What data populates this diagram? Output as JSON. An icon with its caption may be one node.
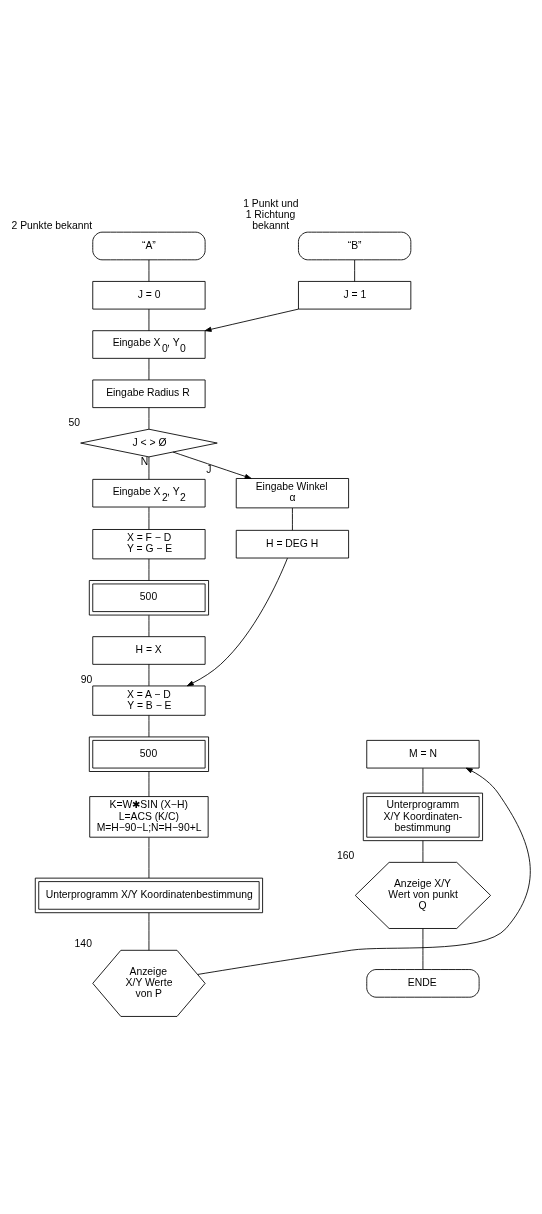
{
  "diagram": {
    "nodes": [
      {
        "text": [
          "“A”"
        ],
        "beside": [
          "2 Punkte bekannt"
        ]
      },
      {
        "text": [
          "“B”"
        ],
        "beside": [
          "1 Punkt und 1 Richtung bekannt"
        ]
      },
      {
        "text": [
          "J = 0"
        ]
      },
      {
        "text": [
          "J = 1"
        ]
      },
      {
        "text": [
          "Eingabe X$_{0}$, Y$_{0}$"
        ]
      },
      {
        "text": [
          "Eingabe Radius R"
        ]
      },
      {
        "text": [
          "J < > Ø"
        ],
        "beside": [
          "50"
        ]
      },
      {
        "text": [
          "Eingabe X$_{2}$, Y$_{2}$"
        ]
      },
      {
        "text": [
          "X = F − D Y = G − E"
        ]
      },
      {
        "text": [
          "500"
        ]
      },
      {
        "text": [
          "H = X"
        ]
      },
      {
        "text": [
          "Eingabe Winkel α"
        ]
      },
      {
        "text": [
          "H = DEG H"
        ]
      },
      {
        "text": [
          "X = A − D Y = B − E"
        ],
        "beside": [
          "90"
        ]
      },
      {
        "text": [
          "500"
        ]
      },
      {
        "text": [
          "K=W✱SIN (X−H) L=ACS (K/C) M=H−90−L;N=H−90+L"
        ]
      },
      {
        "text": [
          "Unterprogramm X/Y Koordinatenbestimmung"
        ]
      },
      {
        "text": [
          "Anzeige X/Y Werte von P"
        ],
        "beside": [
          "140"
        ]
      },
      {
        "text": [
          "M = N"
        ]
      },
      {
        "text": [
          "Unterprogramm X/Y Koordinaten- bestimmung"
        ]
      },
      {
        "text": [
          "Anzeige X/Y Wert von punkt Q"
        ],
        "beside": [
          "160"
        ]
      },
      {
        "text": [
          "ENDE"
        ]
      }
    ],
    "edges": [
      {
        "from": 0,
        "to": 2,
        "arrow": "none"
      },
      {
        "from": 1,
        "to": 3,
        "arrow": "none"
      },
      {
        "from": 2,
        "to": 4,
        "arrow": "none"
      },
      {
        "from": 3,
        "to": 4,
        "arrow": "to"
      },
      {
        "from": 4,
        "to": 5,
        "arrow": "none"
      },
      {
        "from": 5,
        "to": 6,
        "arrow": "none"
      },
      {
        "from": 6,
        "to": 7,
        "arrow": "none",
        "label": "N"
      },
      {
        "from": 6,
        "to": 11,
        "arrow": "to",
        "label": "J"
      },
      {
        "from": 7,
        "to": 8,
        "arrow": "none"
      },
      {
        "from": 8,
        "to": 9,
        "arrow": "none"
      },
      {
        "from": 9,
        "to": 10,
        "arrow": "none"
      },
      {
        "from": 11,
        "to": 12,
        "arrow": "none"
      },
      {
        "from": 10,
        "to": 13,
        "arrow": "none"
      },
      {
        "from": 12,
        "to": 13,
        "arrow": "to"
      },
      {
        "from": 13,
        "to": 14,
        "arrow": "none"
      },
      {
        "from": 14,
        "to": 15,
        "arrow": "none"
      },
      {
        "from": 15,
        "to": 16,
        "arrow": "none"
      },
      {
        "from": 16,
        "to": 17,
        "arrow": "none"
      },
      {
        "from": 17,
        "to": 18,
        "arrow": "to"
      },
      {
        "from": 18,
        "to": 19,
        "arrow": "none"
      },
      {
        "from": 19,
        "to": 20,
        "arrow": "none"
      },
      {
        "from": 20,
        "to": 21,
        "arrow": "none"
      }
    ]
  }
}
